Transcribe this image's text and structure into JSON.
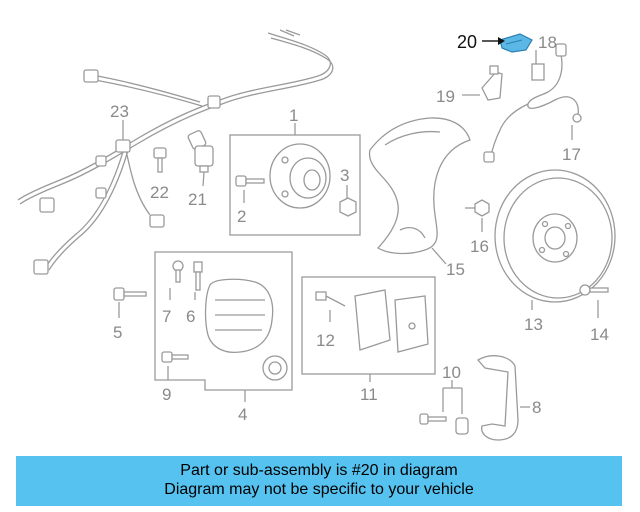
{
  "diagram": {
    "labels": {
      "l1": "1",
      "l2": "2",
      "l3": "3",
      "l4": "4",
      "l5": "5",
      "l6": "6",
      "l7": "7",
      "l8": "8",
      "l9": "9",
      "l10": "10",
      "l11": "11",
      "l12": "12",
      "l13": "13",
      "l14": "14",
      "l15": "15",
      "l16": "16",
      "l17": "17",
      "l18": "18",
      "l19": "19",
      "l20": "20",
      "l21": "21",
      "l22": "22",
      "l23": "23"
    },
    "highlight_color": "#5bb8e6",
    "line_color": "#9a9a9a"
  },
  "caption": {
    "line1": "Part or sub-assembly is #20 in diagram",
    "line2": "Diagram may not be specific to your vehicle",
    "background": "#55c2f0"
  }
}
